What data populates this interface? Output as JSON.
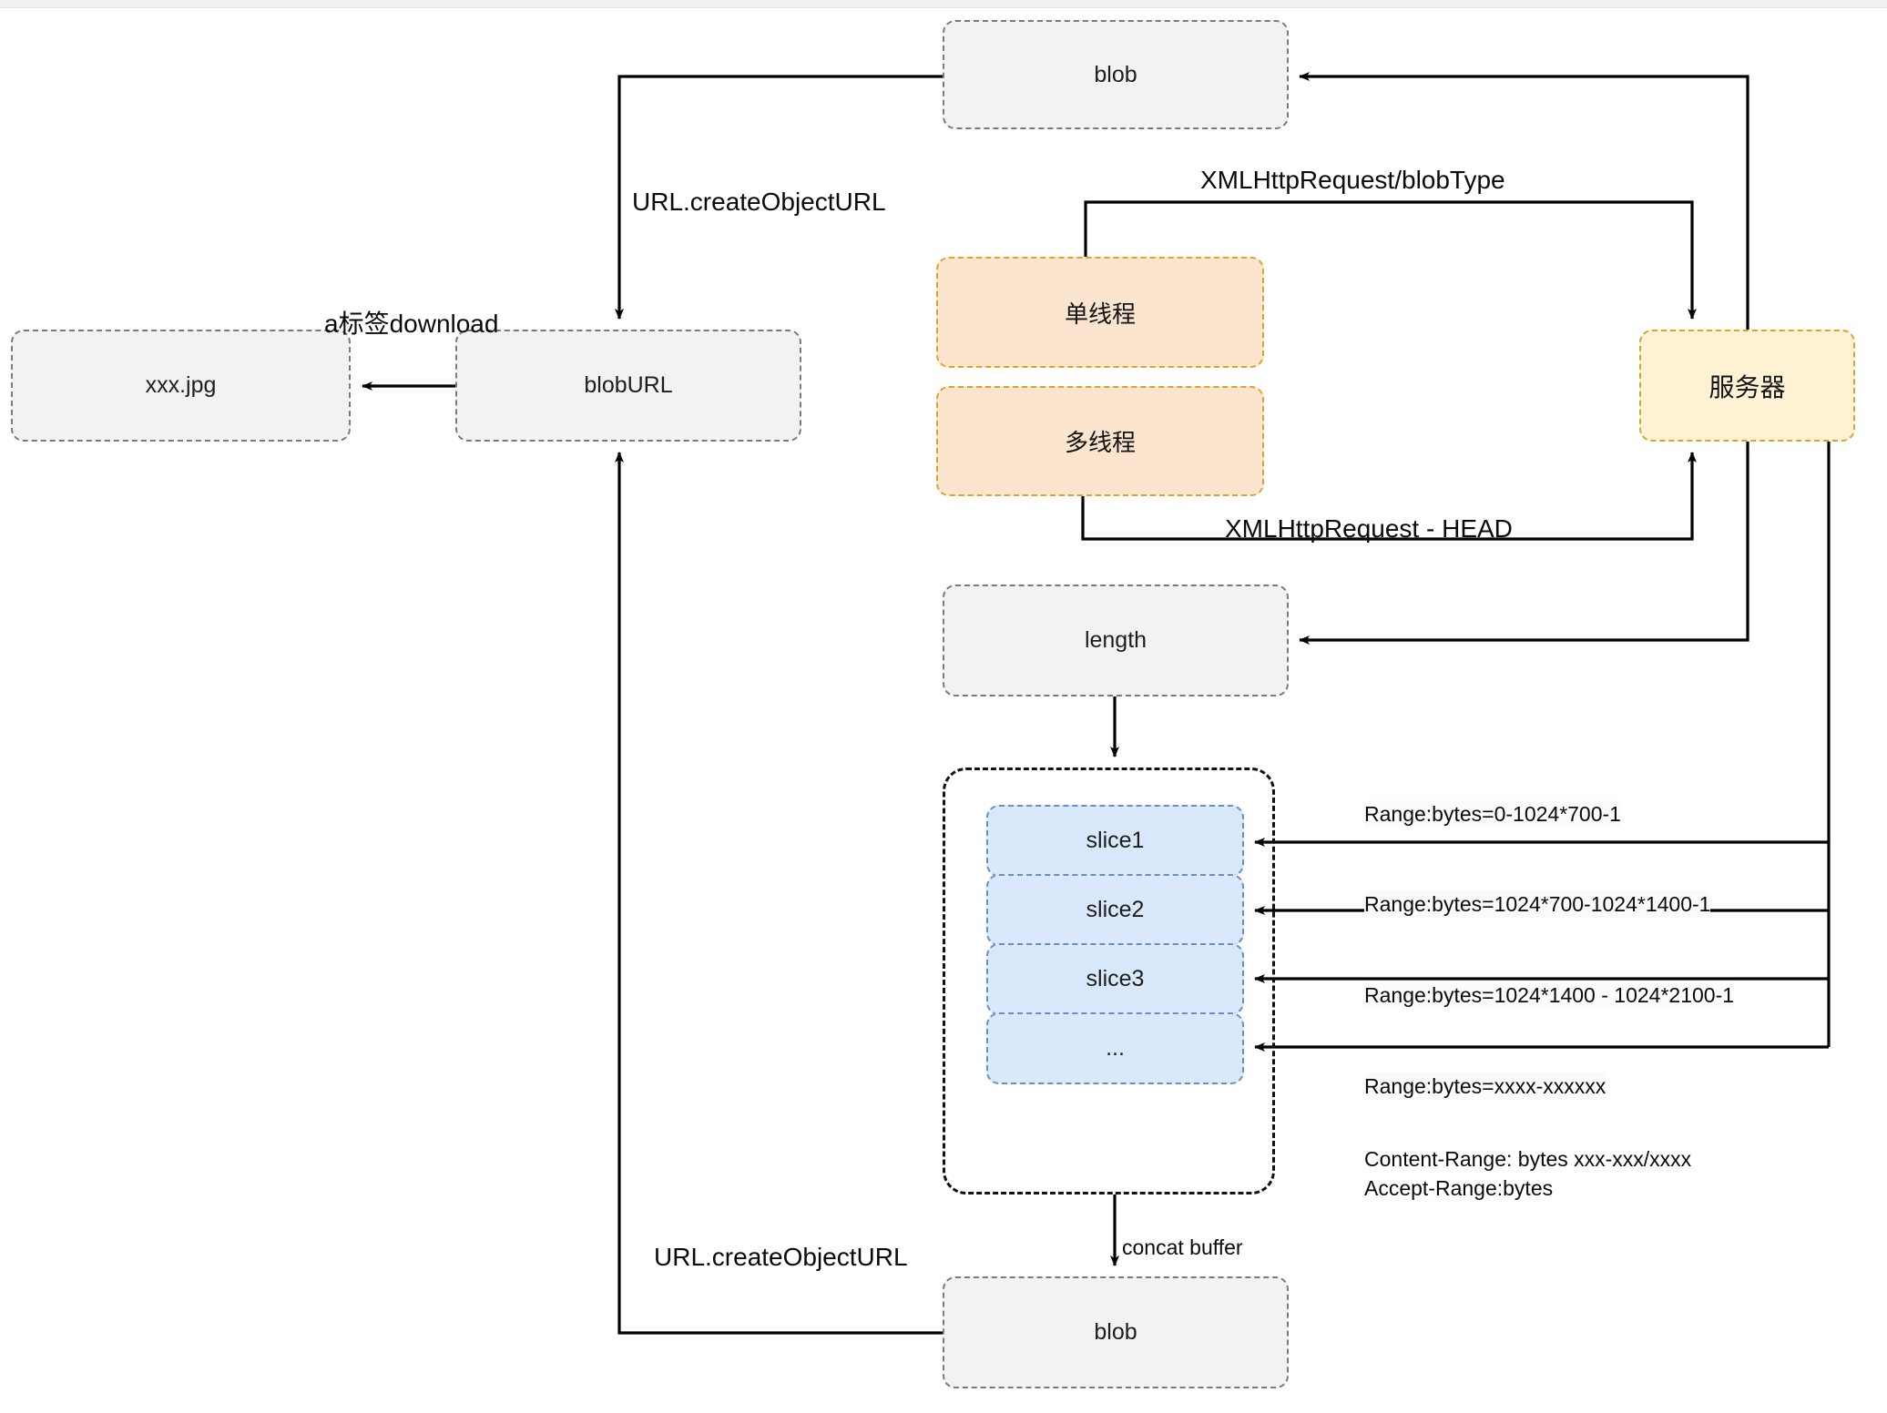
{
  "diagram": {
    "title": "blob download flow",
    "colors": {
      "grey_fill": "#f2f2f2",
      "grey_stroke": "#7a7a7a",
      "orange_fill": "#fce5ce",
      "orange_stroke": "#d6a72a",
      "yellow_fill": "#fdf2d4",
      "yellow_stroke": "#cfa829",
      "blue_fill": "#dae8fc",
      "blue_stroke": "#6b8ebf",
      "line": "#000000"
    },
    "nodes": {
      "blob_top": "blob",
      "blob_bottom": "blob",
      "blob_url": "blobURL",
      "file": "xxx.jpg",
      "single_thread": "单线程",
      "multi_thread": "多线程",
      "server": "服务器",
      "length": "length",
      "slice1": "slice1",
      "slice2": "slice2",
      "slice3": "slice3",
      "slice_more": "..."
    },
    "edge_labels": {
      "create_object_url_top": "URL.createObjectURL",
      "create_object_url_bottom": "URL.createObjectURL",
      "a_tag_download": "a标签download",
      "xhr_blob_type": "XMLHttpRequest/blobType",
      "xhr_head": "XMLHttpRequest - HEAD",
      "concat_buffer": "concat buffer",
      "range1": "Range:bytes=0-1024*700-1",
      "range2": "Range:bytes=1024*700-1024*1400-1",
      "range3": "Range:bytes=1024*1400 - 1024*2100-1",
      "range4": "Range:bytes=xxxx-xxxxxx",
      "response_headers_line1": "Content-Range: bytes xxx-xxx/xxxx",
      "response_headers_line2": "Accept-Range:bytes"
    }
  }
}
